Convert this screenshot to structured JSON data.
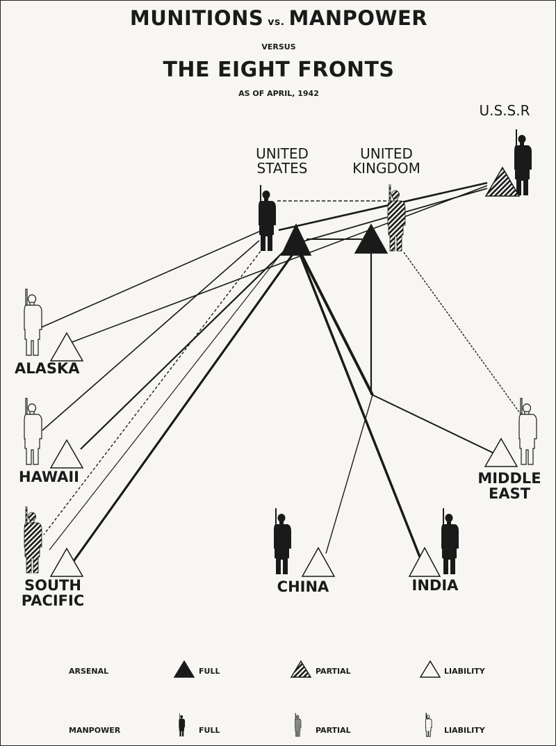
{
  "title_line1_left": "MUNITIONS",
  "title_line1_vs": "vs.",
  "title_line1_right": "MANPOWER",
  "versus": "VERSUS",
  "title_line2": "THE EIGHT FRONTS",
  "as_of": "AS OF APRIL, 1942",
  "arsenals": {
    "us": {
      "label_line1": "UNITED",
      "label_line2": "STATES",
      "arsenal": "full",
      "manpower": "full"
    },
    "uk": {
      "label_line1": "UNITED",
      "label_line2": "KINGDOM",
      "arsenal": "full",
      "manpower": "partial"
    },
    "ussr": {
      "label": "U.S.S.R",
      "arsenal": "partial",
      "manpower": "full"
    }
  },
  "fronts": {
    "alaska": {
      "label": "ALASKA",
      "arsenal": "liability",
      "manpower": "liability"
    },
    "hawaii": {
      "label": "HAWAII",
      "arsenal": "liability",
      "manpower": "liability"
    },
    "south_pacific": {
      "label_line1": "SOUTH",
      "label_line2": "PACIFIC",
      "arsenal": "liability",
      "manpower": "partial"
    },
    "china": {
      "label": "CHINA",
      "arsenal": "liability",
      "manpower": "full"
    },
    "india": {
      "label": "INDIA",
      "arsenal": "liability",
      "manpower": "full"
    },
    "middle_east": {
      "label_line1": "MIDDLE",
      "label_line2": "EAST",
      "arsenal": "liability",
      "manpower": "liability"
    }
  },
  "legend": {
    "arsenal_label": "ARSENAL",
    "manpower_label": "MANPOWER",
    "full": "FULL",
    "partial": "PARTIAL",
    "liability": "LIABILITY"
  },
  "colors": {
    "ink": "#1a1a1a",
    "paper": "#f7f6f3"
  }
}
